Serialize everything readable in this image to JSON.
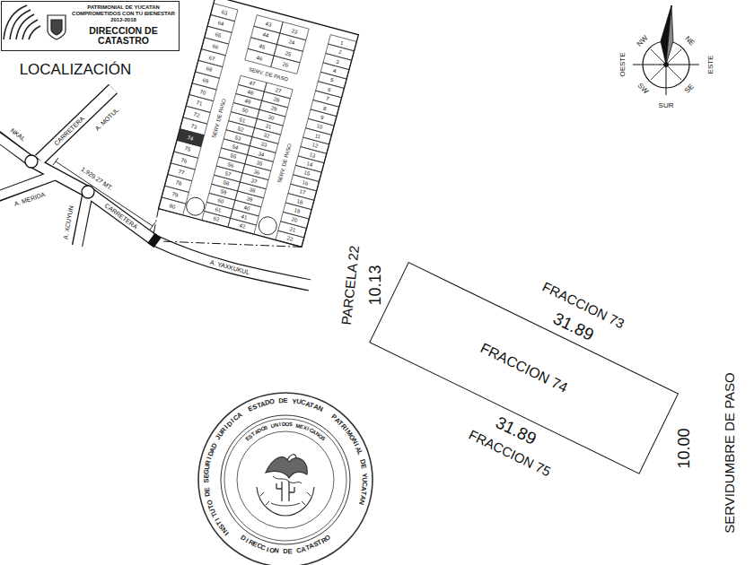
{
  "diagram": {
    "nodes": [
      {
        "text": [
          "PATRIMONIAL DE YUCATAN",
          "COMPROMETIDOS CON TU BIENESTAR",
          "2012-2018",
          "DIRECCION DE CATASTRO"
        ]
      },
      {
        "text": [
          "FRACCION 74"
        ]
      }
    ],
    "labels": [
      "LOCALIZACIÓN",
      "NKAL",
      "CARRETERA",
      "A. MOTUL",
      "1,929.27 MT.",
      "A. MERIDA",
      "A. XCUYUN",
      "CARRETERA",
      "A. YAXKUKUL",
      "SERV. DE PASO",
      "SERV. DE PASO",
      "SERV. DE PASO",
      "NW",
      "NE",
      "OESTE",
      "ESTE",
      "SW",
      "SE",
      "SUR",
      "PARCELA 22",
      "10.13",
      "FRACCION 73",
      "31.89",
      "31.89",
      "FRACCION 75",
      "10.00",
      "SERVIDUMBRE DE PASO",
      "ESTADO DE YUCATAN",
      "ESTADOS UNIDOS MEXICANOS",
      "INSTITUTO DE SEGURIDAD JURIDICA",
      "PATRIMONIAL DE YUCATAN",
      "DIRECCION DE CATASTRO",
      "63",
      "64",
      "65",
      "66",
      "67",
      "68",
      "69",
      "70",
      "71",
      "72",
      "73",
      "74",
      "75",
      "76",
      "77",
      "78",
      "79",
      "80",
      "43",
      "44",
      "45",
      "46",
      "47",
      "48",
      "49",
      "50",
      "51",
      "52",
      "53",
      "54",
      "55",
      "56",
      "57",
      "58",
      "59",
      "60",
      "61",
      "62",
      "23",
      "24",
      "25",
      "26",
      "27",
      "28",
      "29",
      "30",
      "31",
      "32",
      "33",
      "34",
      "35",
      "36",
      "37",
      "38",
      "39",
      "40",
      "41",
      "42",
      "1",
      "2",
      "3",
      "4",
      "5",
      "6",
      "7",
      "8",
      "9",
      "10",
      "11",
      "12",
      "13",
      "14",
      "15",
      "16",
      "17",
      "18",
      "19",
      "20",
      "21",
      "22"
    ]
  }
}
